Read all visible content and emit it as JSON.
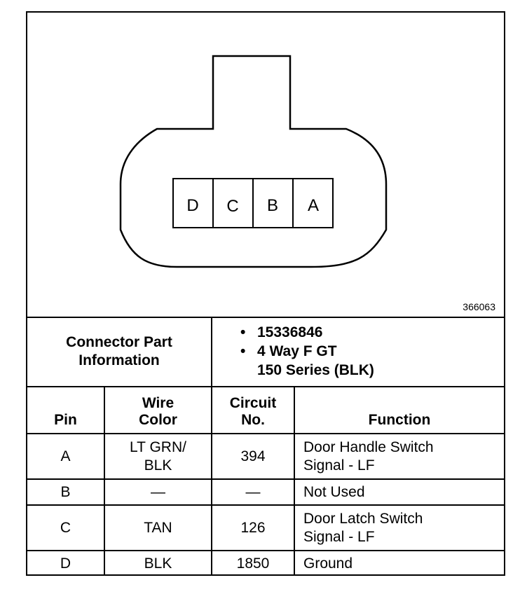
{
  "diagram": {
    "figure_id": "366063",
    "pins": [
      "D",
      "C",
      "B",
      "A"
    ]
  },
  "connector_info": {
    "label": "Connector Part Information",
    "label_line1": "Connector Part",
    "label_line2": "Information",
    "part_number": "15336846",
    "description_line1": "4 Way F GT",
    "description_line2": "150 Series (BLK)",
    "bullet": "•"
  },
  "table": {
    "headers": {
      "pin": "Pin",
      "wire_color_line1": "Wire",
      "wire_color_line2": "Color",
      "circuit_line1": "Circuit",
      "circuit_line2": "No.",
      "function": "Function"
    },
    "rows": [
      {
        "pin": "A",
        "wire_line1": "LT GRN/",
        "wire_line2": "BLK",
        "circuit": "394",
        "function_line1": "Door Handle Switch",
        "function_line2": "Signal - LF"
      },
      {
        "pin": "B",
        "wire_line1": "—",
        "wire_line2": "",
        "circuit": "—",
        "function_line1": "Not Used",
        "function_line2": ""
      },
      {
        "pin": "C",
        "wire_line1": "TAN",
        "wire_line2": "",
        "circuit": "126",
        "function_line1": "Door Latch Switch",
        "function_line2": "Signal - LF"
      },
      {
        "pin": "D",
        "wire_line1": "BLK",
        "wire_line2": "",
        "circuit": "1850",
        "function_line1": "Ground",
        "function_line2": ""
      }
    ]
  }
}
